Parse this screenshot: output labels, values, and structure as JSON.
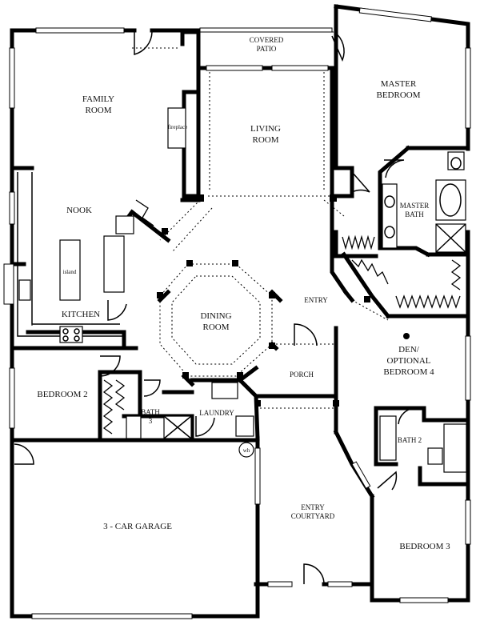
{
  "floor_plan": {
    "rooms": {
      "family_room": [
        "FAMILY",
        "ROOM"
      ],
      "covered_patio": [
        "COVERED",
        "PATIO"
      ],
      "master_bedroom": [
        "MASTER",
        "BEDROOM"
      ],
      "living_room": [
        "LIVING",
        "ROOM"
      ],
      "fireplace": "fireplace",
      "nook": "NOOK",
      "master_bath": [
        "MASTER",
        "BATH"
      ],
      "island": "island",
      "kitchen": "KITCHEN",
      "dining_room": [
        "DINING",
        "ROOM"
      ],
      "entry": "ENTRY",
      "den": [
        "DEN/",
        "OPTIONAL",
        "BEDROOM 4"
      ],
      "porch": "PORCH",
      "bedroom_2": "BEDROOM 2",
      "bath_3": [
        "BATH",
        "3"
      ],
      "laundry": "LAUNDRY",
      "bath_2": "BATH 2",
      "water_heater": "wh",
      "garage": "3 - CAR GARAGE",
      "entry_courtyard": [
        "ENTRY",
        "COURTYARD"
      ],
      "bedroom_3": "BEDROOM 3"
    }
  }
}
